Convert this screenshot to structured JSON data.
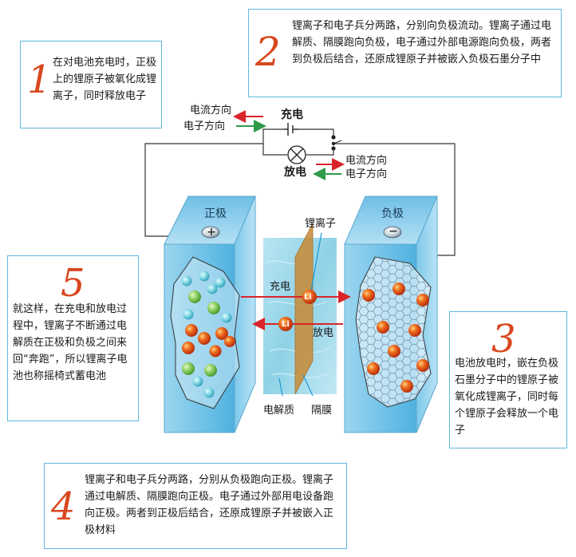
{
  "steps": [
    {
      "number": "1",
      "text": "在对电池充电时，正极上的锂原子被氧化成锂离子，同时释放电子"
    },
    {
      "number": "2",
      "text": "锂离子和电子兵分两路，分别向负极流动。锂离子通过电解质、隔膜跑向负极，电子通过外部电源跑向负极，两者到负极后结合，还原成锂原子并被嵌入负极石墨分子中"
    },
    {
      "number": "3",
      "text": "电池放电时，嵌在负极石墨分子中的锂原子被氧化成锂离子，同时每个锂原子会释放一个电子"
    },
    {
      "number": "4",
      "text": "锂离子和电子兵分两路，分别从负极跑向正极。锂离子通过电解质、隔膜跑向正极。电子通过外部用电设备跑向正极。两者到正极后结合，还原成锂原子并被嵌入正极材料"
    },
    {
      "number": "5",
      "text": "就这样，在充电和放电过程中，锂离子不断通过电解质在正极和负极之间来回“奔跑”，所以锂离子电池也称摇椅式蓄电池"
    }
  ],
  "circuit": {
    "charge": "充电",
    "discharge": "放电",
    "current_direction": "电流方向",
    "electron_direction": "电子方向"
  },
  "cell": {
    "positive_electrode": "正极",
    "negative_electrode": "负极",
    "positive_sign": "+",
    "negative_sign": "−",
    "lithium_ion": "锂离子",
    "ion_symbol": "Li",
    "charge_label": "充电",
    "discharge_label": "放电",
    "electrolyte": "电解质",
    "separator": "隔膜"
  },
  "colors": {
    "accent_number": "#d9471f",
    "box_border": "#5fb8e2",
    "current_arrow": "#d9252a",
    "electron_arrow": "#2e9a4a",
    "electrode_face": "#6ec3e8",
    "electrolyte": "#a9dced",
    "separator": "#c88a34"
  }
}
